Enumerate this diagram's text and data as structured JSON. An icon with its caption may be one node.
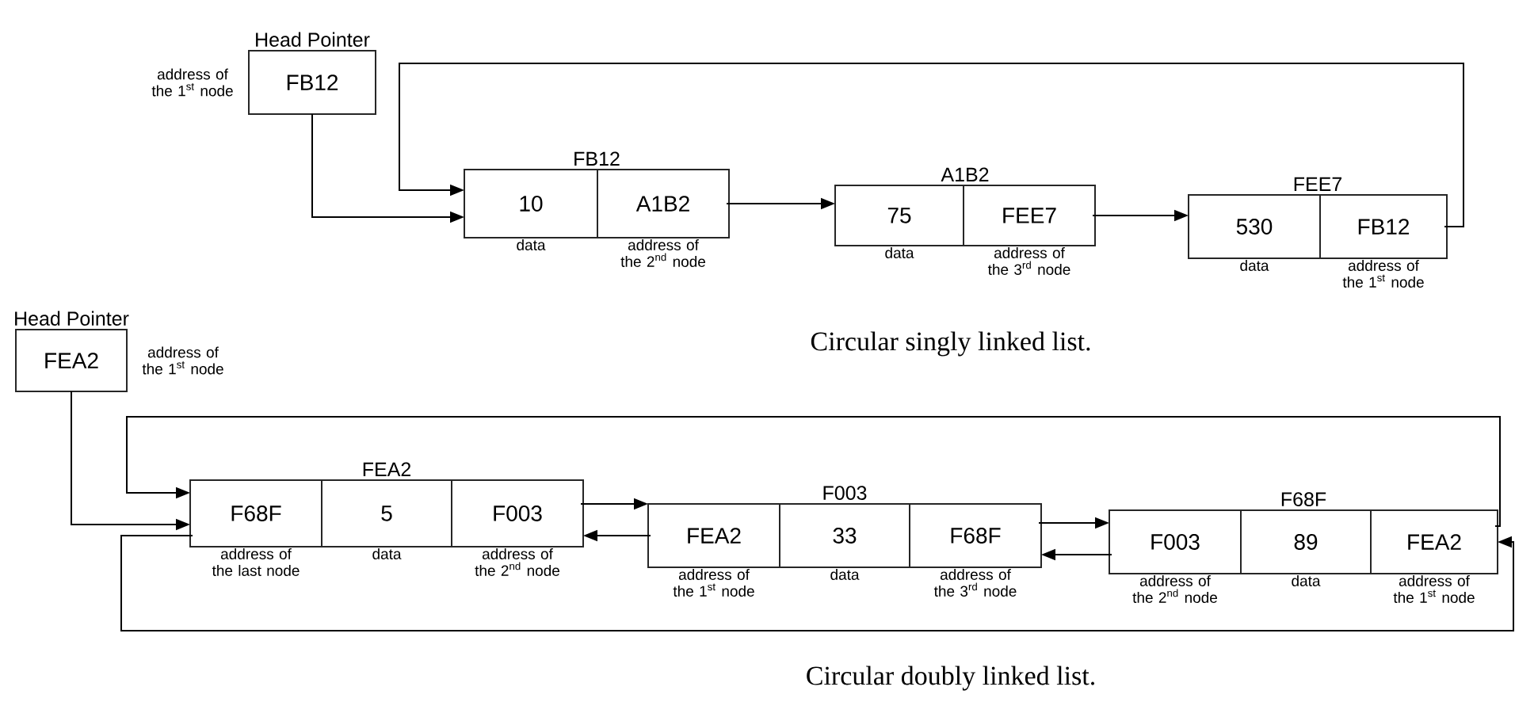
{
  "diagram": {
    "nodes": [
      {
        "text": [
          "Head Pointer",
          "FB12"
        ],
        "beside": [
          "address of the 1$^{st}$ node"
        ]
      },
      {
        "text": [
          "FB12"
        ]
      },
      {
        "text": [
          "10"
        ],
        "in": 1,
        "beside": [
          "data"
        ]
      },
      {
        "text": [
          "A1B2"
        ],
        "in": 1,
        "beside": [
          "address of the 2$^{nd}$ node"
        ]
      },
      {
        "text": [
          "A1B2"
        ]
      },
      {
        "text": [
          "75"
        ],
        "in": 4,
        "beside": [
          "data"
        ]
      },
      {
        "text": [
          "FEE7"
        ],
        "in": 4,
        "beside": [
          "address of the 3$^{rd}$ node"
        ]
      },
      {
        "text": [
          "FEE7"
        ]
      },
      {
        "text": [
          "530"
        ],
        "in": 7,
        "beside": [
          "data"
        ]
      },
      {
        "text": [
          "FB12"
        ],
        "in": 7,
        "beside": [
          "address of the 1$^{st}$ node"
        ]
      },
      {
        "text": [
          "Head Pointer",
          "FEA2"
        ],
        "beside": [
          "address of the 1$^{st}$ node"
        ]
      },
      {
        "text": [
          "FEA2"
        ]
      },
      {
        "text": [
          "F68F"
        ],
        "in": 11,
        "beside": [
          "address of the last node"
        ]
      },
      {
        "text": [
          "5"
        ],
        "in": 11,
        "beside": [
          "data"
        ]
      },
      {
        "text": [
          "F003"
        ],
        "in": 11,
        "beside": [
          "address of the 2$^{nd}$ node"
        ]
      },
      {
        "text": [
          "F003"
        ]
      },
      {
        "text": [
          "FEA2"
        ],
        "in": 15,
        "beside": [
          "address of the 1$^{st}$ node"
        ]
      },
      {
        "text": [
          "33"
        ],
        "in": 15,
        "beside": [
          "data"
        ]
      },
      {
        "text": [
          "F68F"
        ],
        "in": 15,
        "beside": [
          "address of the 3$^{rd}$ node"
        ]
      },
      {
        "text": [
          "F68F"
        ]
      },
      {
        "text": [
          "F003"
        ],
        "in": 19,
        "beside": [
          "address of the 2$^{nd}$ node"
        ]
      },
      {
        "text": [
          "89"
        ],
        "in": 19,
        "beside": [
          "data"
        ]
      },
      {
        "text": [
          "FEA2"
        ],
        "in": 19,
        "beside": [
          "address of the 1$^{st}$ node"
        ]
      }
    ],
    "edges": [
      {
        "from": 0,
        "to": 1,
        "arrow": "to"
      },
      {
        "from": 3,
        "to": 4,
        "arrow": "to"
      },
      {
        "from": 6,
        "to": 7,
        "arrow": "to"
      },
      {
        "from": 9,
        "to": 1,
        "arrow": "to"
      },
      {
        "from": 10,
        "to": 11,
        "arrow": "to"
      },
      {
        "from": 14,
        "to": 15,
        "arrow": "to"
      },
      {
        "from": 16,
        "to": 11,
        "arrow": "to"
      },
      {
        "from": 18,
        "to": 19,
        "arrow": "to"
      },
      {
        "from": 20,
        "to": 15,
        "arrow": "to"
      },
      {
        "from": 22,
        "to": 11,
        "arrow": "to"
      },
      {
        "from": 12,
        "to": 19,
        "arrow": "to"
      }
    ],
    "labels": [
      "Circular singly linked list.",
      "Circular doubly linked list."
    ]
  }
}
